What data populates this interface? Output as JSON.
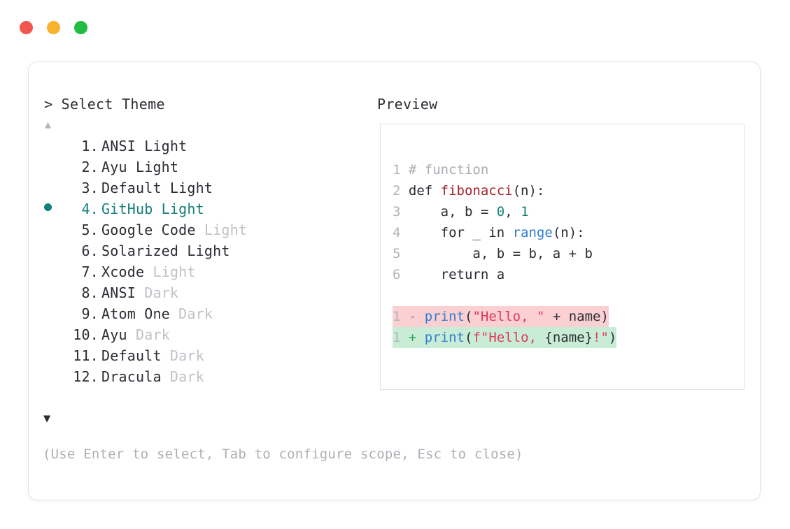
{
  "window": {
    "dots": [
      {
        "name": "close-dot",
        "color": "#f2564f"
      },
      {
        "name": "minimize-dot",
        "color": "#f7b32b"
      },
      {
        "name": "maximize-dot",
        "color": "#22bb44"
      }
    ]
  },
  "colors": {
    "accent_teal": "#14807c",
    "muted_gray": "#bfc2c7",
    "text": "#2a2d33",
    "diff_removed_bg": "#fbd0d2",
    "diff_added_bg": "#c9ecd6",
    "string": "#e03a5c",
    "function": "#a4262c",
    "builtin": "#2f7fd0",
    "number": "#14807c",
    "comment": "#a9acb2"
  },
  "prompt": {
    "title": "> Select Theme",
    "scroll_up_icon": "▲",
    "scroll_down_icon": "▼"
  },
  "preview": {
    "title": "Preview"
  },
  "themes": [
    {
      "number": "1.",
      "name": "ANSI Light",
      "suffix": "",
      "selected": false,
      "bullet": false
    },
    {
      "number": "2.",
      "name": "Ayu Light",
      "suffix": "",
      "selected": false,
      "bullet": false
    },
    {
      "number": "3.",
      "name": "Default Light",
      "suffix": "",
      "selected": false,
      "bullet": false
    },
    {
      "number": "4.",
      "name": "GitHub Light",
      "suffix": "",
      "selected": true,
      "bullet": true
    },
    {
      "number": "5.",
      "name": "Google Code",
      "suffix": "Light",
      "selected": false,
      "bullet": false
    },
    {
      "number": "6.",
      "name": "Solarized Light",
      "suffix": "",
      "selected": false,
      "bullet": false
    },
    {
      "number": "7.",
      "name": "Xcode",
      "suffix": "Light",
      "selected": false,
      "bullet": false
    },
    {
      "number": "8.",
      "name": "ANSI",
      "suffix": "Dark",
      "selected": false,
      "bullet": false
    },
    {
      "number": "9.",
      "name": "Atom One",
      "suffix": "Dark",
      "selected": false,
      "bullet": false
    },
    {
      "number": "10.",
      "name": "Ayu",
      "suffix": "Dark",
      "selected": false,
      "bullet": false
    },
    {
      "number": "11.",
      "name": "Default",
      "suffix": "Dark",
      "selected": false,
      "bullet": false
    },
    {
      "number": "12.",
      "name": "Dracula",
      "suffix": "Dark",
      "selected": false,
      "bullet": false
    }
  ],
  "code": {
    "lines": [
      {
        "gutter": "1",
        "tokens": [
          {
            "t": "# function",
            "c": "comment"
          }
        ]
      },
      {
        "gutter": "2",
        "tokens": [
          {
            "t": "def ",
            "c": "kw"
          },
          {
            "t": "fibonacci",
            "c": "fn"
          },
          {
            "t": "(n):",
            "c": "plain"
          }
        ]
      },
      {
        "gutter": "3",
        "tokens": [
          {
            "t": "    a, b = ",
            "c": "plain"
          },
          {
            "t": "0",
            "c": "num"
          },
          {
            "t": ", ",
            "c": "plain"
          },
          {
            "t": "1",
            "c": "num"
          }
        ]
      },
      {
        "gutter": "4",
        "tokens": [
          {
            "t": "    for _ in ",
            "c": "plain"
          },
          {
            "t": "range",
            "c": "builtin"
          },
          {
            "t": "(n):",
            "c": "plain"
          }
        ]
      },
      {
        "gutter": "5",
        "tokens": [
          {
            "t": "        a, b = b, a + b",
            "c": "plain"
          }
        ]
      },
      {
        "gutter": "6",
        "tokens": [
          {
            "t": "    return a",
            "c": "plain"
          }
        ]
      }
    ],
    "diff": [
      {
        "gutter": "1",
        "marker": "-",
        "kind": "removed",
        "tokens": [
          {
            "t": "print",
            "c": "builtin"
          },
          {
            "t": "(",
            "c": "plain"
          },
          {
            "t": "\"Hello, \"",
            "c": "str"
          },
          {
            "t": " + name)",
            "c": "plain"
          }
        ]
      },
      {
        "gutter": "1",
        "marker": "+",
        "kind": "added",
        "tokens": [
          {
            "t": "print",
            "c": "builtin"
          },
          {
            "t": "(",
            "c": "plain"
          },
          {
            "t": "f\"Hello, ",
            "c": "str"
          },
          {
            "t": "{name}",
            "c": "plain"
          },
          {
            "t": "!\"",
            "c": "str"
          },
          {
            "t": ")",
            "c": "plain"
          }
        ]
      }
    ]
  },
  "footer": {
    "hint": "(Use Enter to select, Tab to configure scope, Esc to close)"
  }
}
